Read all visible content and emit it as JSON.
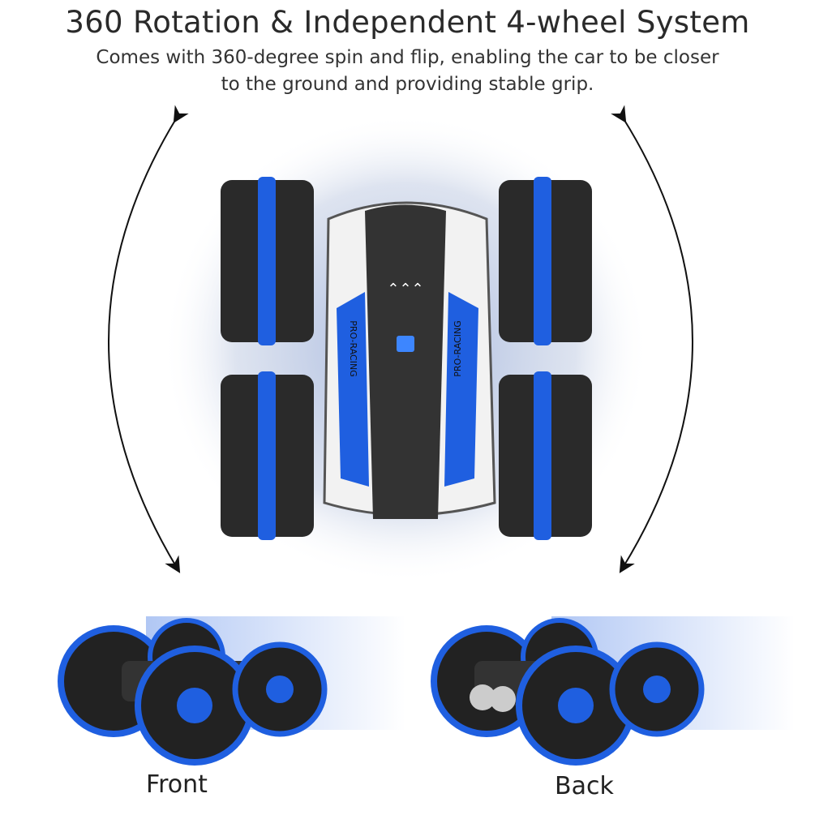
{
  "header": {
    "title": "360 Rotation & Independent 4-wheel System",
    "subtitle_line1": "Comes with 360-degree spin and flip, enabling  the car to be closer",
    "subtitle_line2": "to the ground and providing stable grip."
  },
  "car": {
    "decal_text": "PRO-RACING"
  },
  "views": {
    "front_label": "Front",
    "back_label": "Back"
  },
  "colors": {
    "accent": "#1f5fe0",
    "tire": "#2a2a2a",
    "body": "#f2f2f2"
  }
}
